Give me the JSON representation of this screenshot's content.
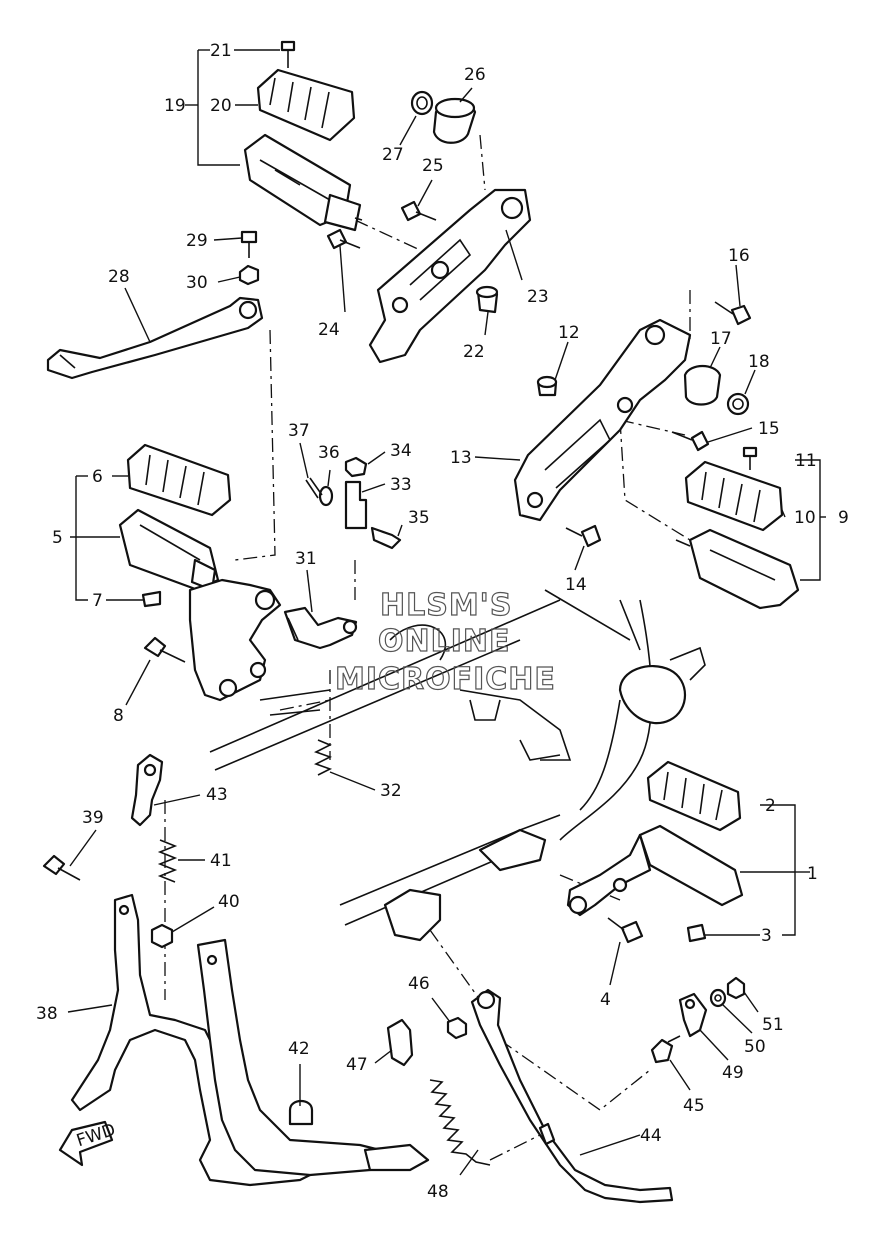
{
  "watermark": [
    "HLSM'S",
    "ONLINE",
    "MICROFICHE"
  ],
  "fwd_label": "FWD",
  "callouts": [
    "1",
    "2",
    "3",
    "4",
    "5",
    "6",
    "7",
    "8",
    "9",
    "10",
    "11",
    "12",
    "13",
    "14",
    "15",
    "16",
    "17",
    "18",
    "19",
    "20",
    "21",
    "22",
    "23",
    "24",
    "25",
    "26",
    "27",
    "28",
    "29",
    "30",
    "31",
    "32",
    "33",
    "34",
    "35",
    "36",
    "37",
    "38",
    "39",
    "40",
    "41",
    "42",
    "43",
    "44",
    "45",
    "46",
    "47",
    "48",
    "49",
    "50",
    "51"
  ]
}
